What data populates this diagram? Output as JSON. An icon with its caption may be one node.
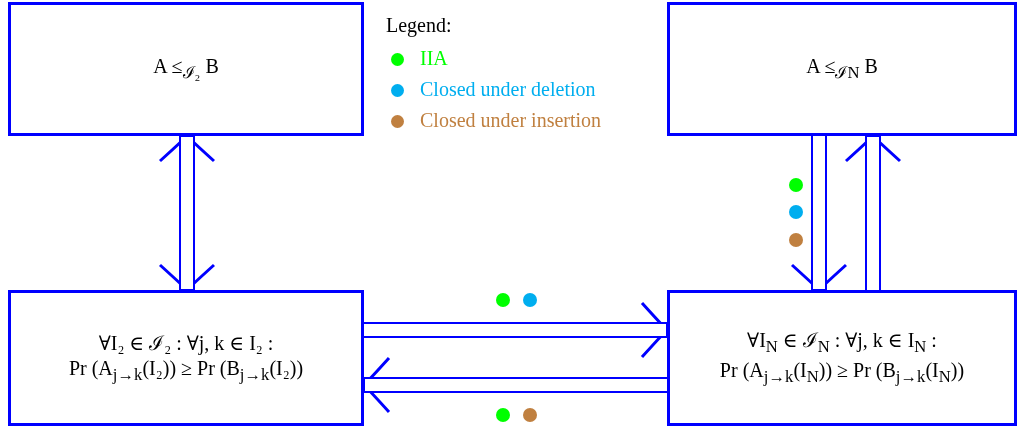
{
  "diagram": {
    "nodes": [
      {
        "text": [
          "A  ≤$_{ℐ₂}$  B"
        ]
      },
      {
        "text": [
          "A  ≤$_{ℐ}$$_{N}$  B"
        ]
      },
      {
        "text": [
          "∀I₂ ∈ ℐ₂ : ∀j, k ∈ I₂ : Pr (A$_{j→k}$(I₂)) ≥ Pr (B$_{j→k}$(I₂))"
        ]
      },
      {
        "text": [
          "∀I$_{N}$ ∈ ℐ$_{N}$ : ∀j, k ∈ I$_{N}$ : Pr (A$_{j→k}$(I$_{N}$)) ≥ Pr (B$_{j→k}$(I$_{N}$))"
        ]
      }
    ],
    "edges": [
      {
        "from": 0,
        "to": 2,
        "arrow": "both",
        "color": "#0000ff"
      },
      {
        "from": 1,
        "to": 3,
        "arrow": "to",
        "color": "#0000ff"
      },
      {
        "from": 3,
        "to": 1,
        "arrow": "to",
        "color": "#0000ff"
      },
      {
        "from": 2,
        "to": 3,
        "arrow": "to",
        "color": "#0000ff"
      },
      {
        "from": 3,
        "to": 2,
        "arrow": "to",
        "color": "#0000ff"
      }
    ],
    "labels": [
      "Legend:"
    ],
    "legend": [
      {
        "text": "IIA",
        "color": "#00ff00"
      },
      {
        "text": "Closed under deletion",
        "color": "#00aeef"
      },
      {
        "text": "Closed under insertion",
        "color": "#c08040"
      }
    ]
  }
}
